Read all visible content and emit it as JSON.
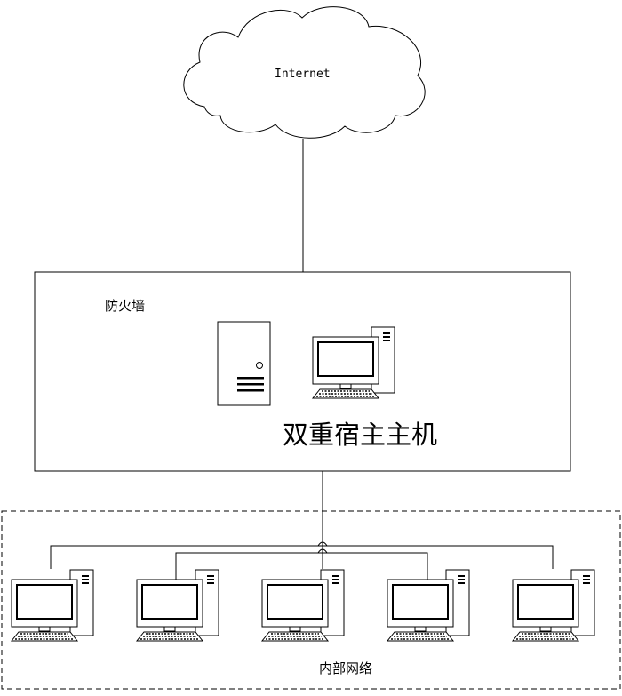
{
  "diagram": {
    "cloud": {
      "label": "Internet",
      "icon": "cloud-icon"
    },
    "firewall": {
      "label": "防火墙",
      "icon": "server-icon"
    },
    "bastion_host": {
      "label": "双重宿主主机",
      "icon": "computer-icon"
    },
    "internal_network": {
      "label": "内部网络",
      "computers": [
        {
          "icon": "computer-icon"
        },
        {
          "icon": "computer-icon"
        },
        {
          "icon": "computer-icon"
        },
        {
          "icon": "computer-icon"
        },
        {
          "icon": "computer-icon"
        }
      ]
    }
  }
}
